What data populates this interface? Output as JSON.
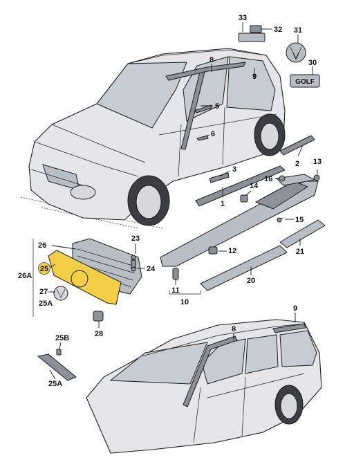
{
  "diagram": {
    "callouts": {
      "c1": "1",
      "c2": "2",
      "c3": "3",
      "c5": "5",
      "c6": "6",
      "c8_top": "8",
      "c9_top": "9",
      "c10": "10",
      "c11": "11",
      "c12": "12",
      "c13": "13",
      "c14": "14",
      "c15": "15",
      "c16": "16",
      "c20": "20",
      "c21": "21",
      "c23": "23",
      "c24": "24",
      "c25": "25",
      "c25a_top": "25A",
      "c25a_bottom": "25A",
      "c25b": "25B",
      "c26": "26",
      "c26a": "26A",
      "c27": "27",
      "c28": "28",
      "c30": "30",
      "c31": "31",
      "c32": "32",
      "c33": "33",
      "c8_bottom": "8",
      "c9_bottom": "9"
    },
    "badge_text": {
      "golf": "GOLF"
    },
    "colors": {
      "highlight": "#f2cf45",
      "body": "#e4e6e9",
      "glass": "#c7ccd2",
      "part": "#b9bec5"
    }
  }
}
